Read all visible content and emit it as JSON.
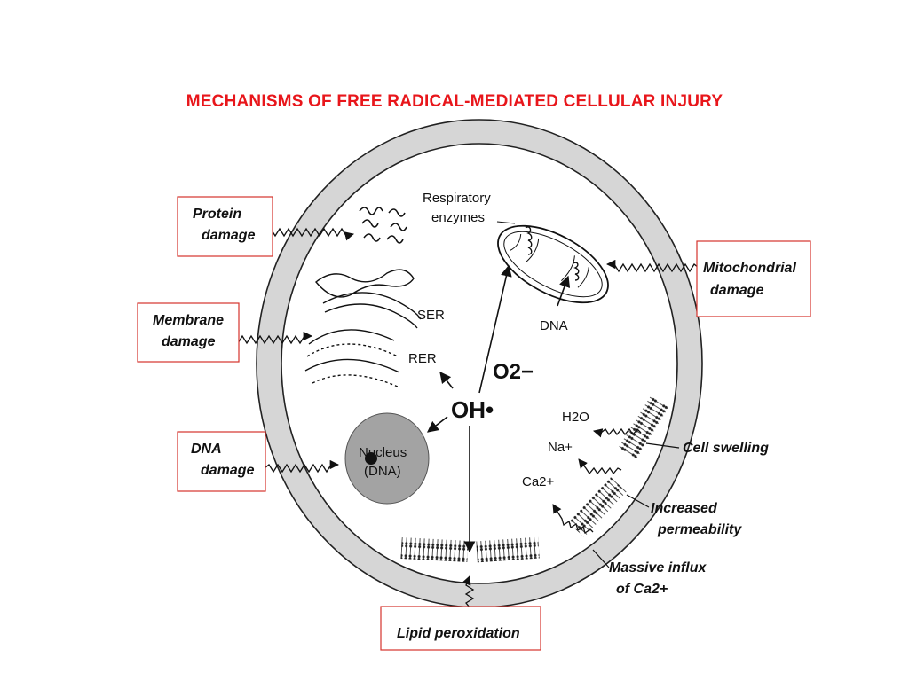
{
  "title": "MECHANISMS OF FREE RADICAL-MEDIATED CELLULAR INJURY",
  "colors": {
    "title": "#e8161b",
    "box_border": "#d4332c",
    "membrane_fill": "#d6d6d6",
    "nucleus_fill": "#a3a3a3"
  },
  "boxes": {
    "protein": [
      "Protein",
      "damage"
    ],
    "membrane": [
      "Membrane",
      "damage"
    ],
    "dna": [
      "DNA",
      "damage"
    ],
    "mito": [
      "Mitochondrial",
      "damage"
    ],
    "lipid": "Lipid peroxidation"
  },
  "cell_labels": {
    "respiratory": [
      "Respiratory",
      "enzymes"
    ],
    "ser": "SER",
    "rer": "RER",
    "mito_dna": "DNA",
    "superoxide": "O2−",
    "hydroxyl": "OH•",
    "nucleus": [
      "Nucleus",
      "(DNA)"
    ],
    "water": "H2O",
    "sodium": "Na+",
    "calcium": "Ca2+"
  },
  "side_labels": {
    "cell_swelling": "Cell swelling",
    "increased_permeability": [
      "Increased",
      "permeability"
    ],
    "massive_influx": [
      "Massive influx",
      "of Ca2+"
    ]
  }
}
